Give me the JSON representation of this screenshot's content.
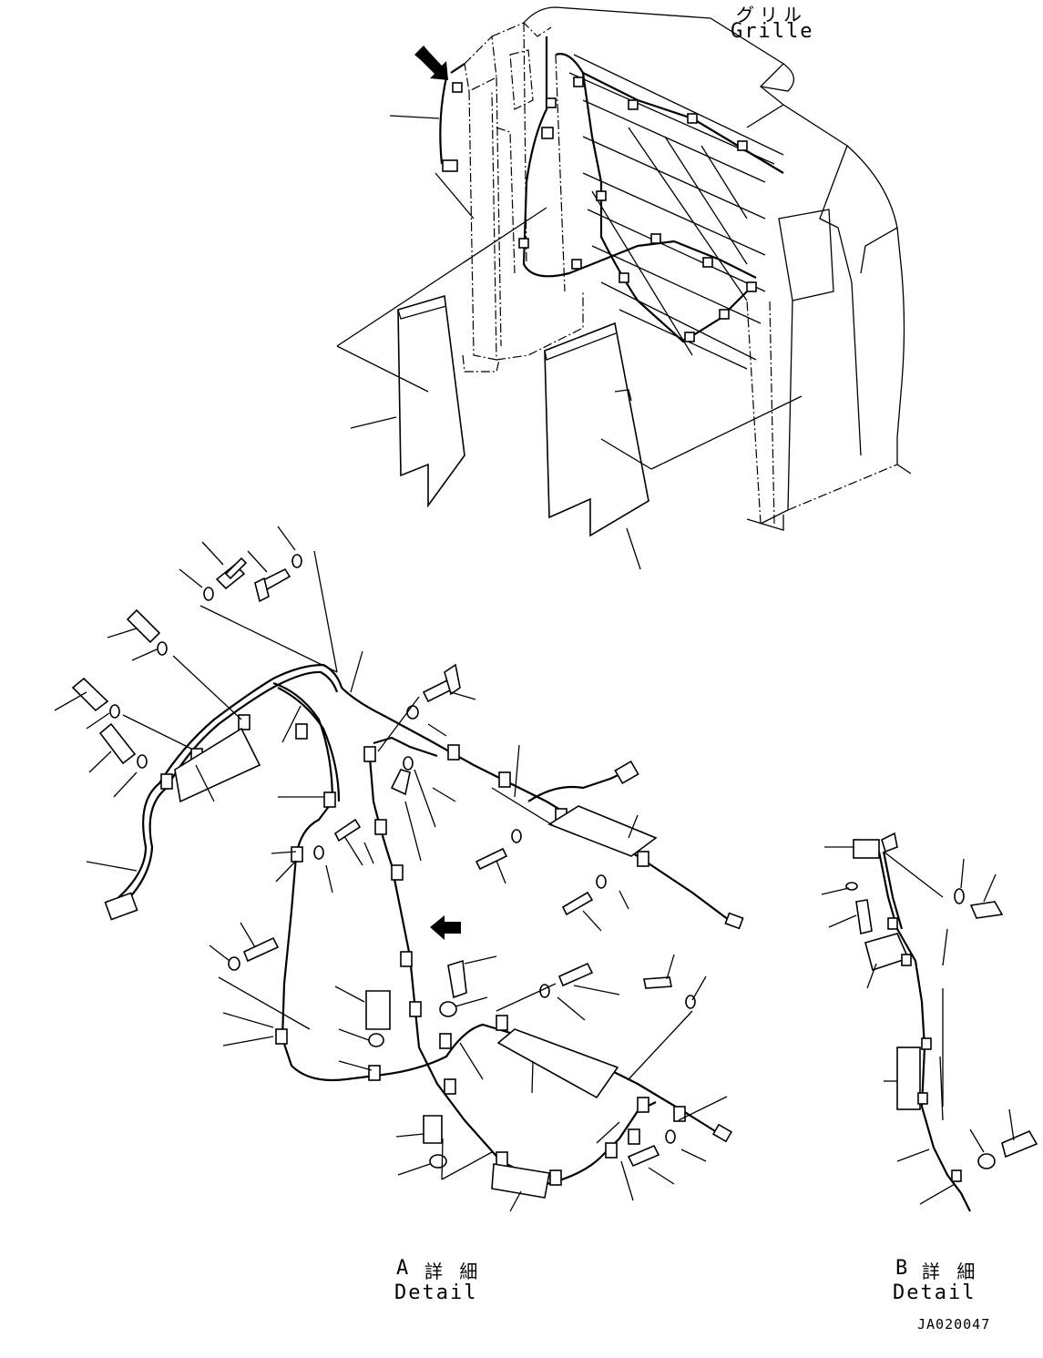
{
  "figure_id": "JA020047",
  "grille_label": {
    "jp": "グリル",
    "en": "Grille"
  },
  "detail_a": {
    "letter": "A",
    "jp": "詳 細",
    "en": "Detail"
  },
  "detail_b": {
    "letter": "B",
    "jp": "詳 細",
    "en": "Detail"
  }
}
